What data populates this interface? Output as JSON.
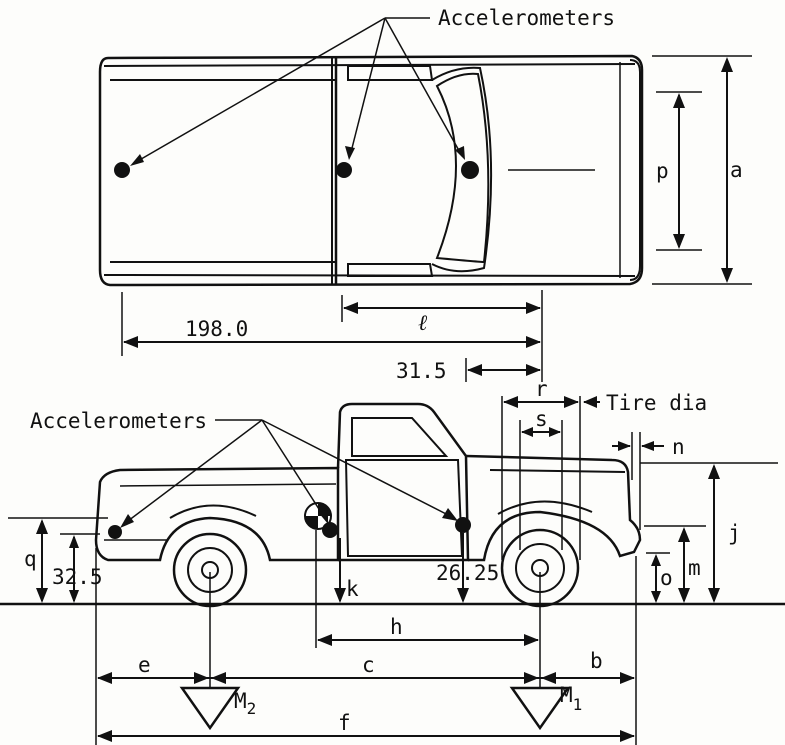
{
  "labels": {
    "accelerometers_top": "Accelerometers",
    "accelerometers_side": "Accelerometers",
    "dim_198": "198.0",
    "dim_l": "ℓ",
    "dim_31_5": "31.5",
    "dim_a": "a",
    "dim_p": "p",
    "dim_r": "r",
    "dim_s": "s",
    "tire_dia": "Tire dia",
    "dim_n": "n",
    "dim_j": "j",
    "dim_m": "m",
    "dim_o": "o",
    "dim_q": "q",
    "dim_32_5": "32.5",
    "dim_k": "k",
    "dim_26_25": "26.25",
    "dim_h": "h",
    "dim_e": "e",
    "dim_c": "c",
    "dim_b": "b",
    "dim_f": "f",
    "mass_m2": "M",
    "mass_m2_sub": "2",
    "mass_m1": "M",
    "mass_m1_sub": "1"
  }
}
